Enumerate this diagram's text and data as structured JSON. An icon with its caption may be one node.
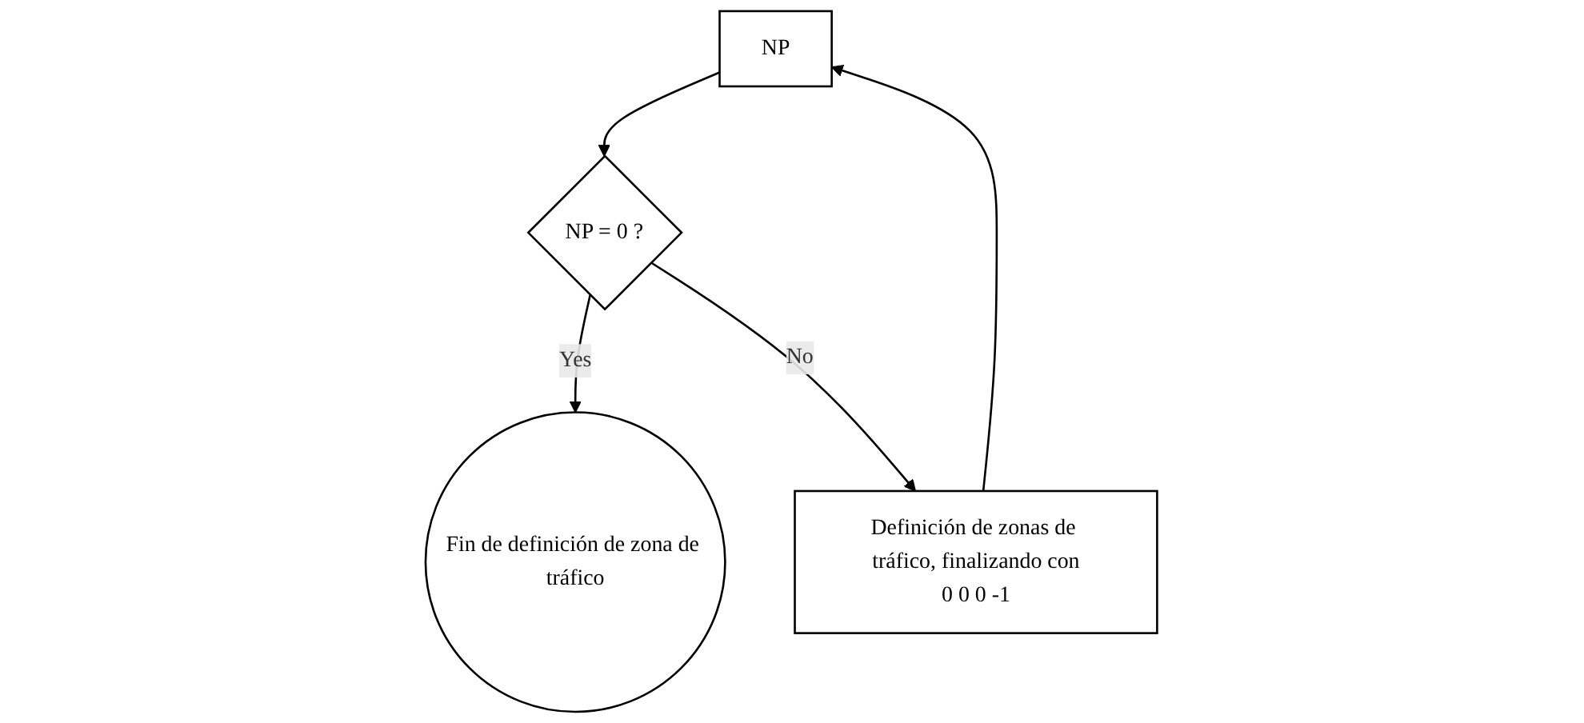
{
  "diagram": {
    "nodes": [
      {
        "text": [
          "NP"
        ]
      },
      {
        "text": [
          "NP = 0 ?"
        ]
      },
      {
        "text": [
          "Fin de definición de zona de tráfico"
        ]
      },
      {
        "text": [
          "Definición de zonas de tráfico, finalizando con",
          "0 0 0 -1"
        ]
      }
    ],
    "edges": [
      {
        "from": 0,
        "to": 1,
        "arrow": "to"
      },
      {
        "from": 1,
        "to": 2,
        "label": "Yes",
        "arrow": "to"
      },
      {
        "from": 1,
        "to": 3,
        "label": "No",
        "arrow": "to"
      },
      {
        "from": 3,
        "to": 0,
        "arrow": "to"
      }
    ]
  }
}
